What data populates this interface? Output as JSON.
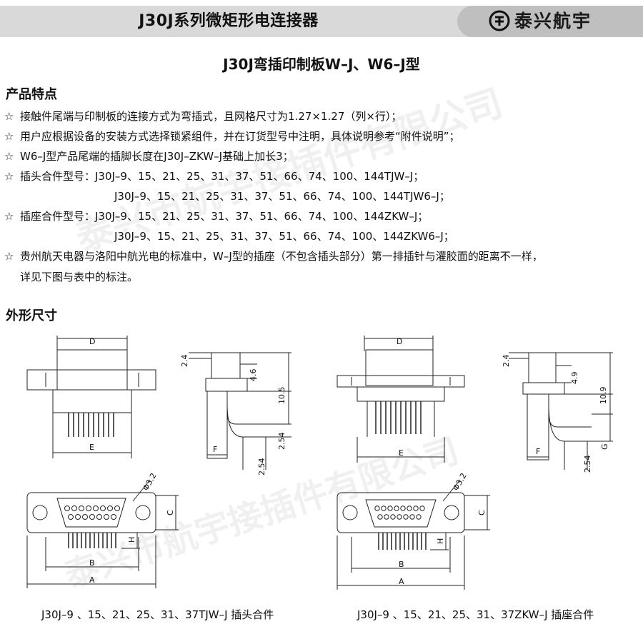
{
  "header": {
    "title": "J30J系列微矩形电连接器",
    "brand": "泰兴航宇"
  },
  "subtitle": "J30J弯插印制板W–J、W6–J型",
  "features": {
    "heading": "产品特点",
    "items": [
      "接触件尾端与印制板的连接方式为弯插式，且网格尺寸为1.27×1.27（列×行）；",
      "用户应根据设备的安装方式选择锁紧组件，并在订货型号中注明，具体说明参考“附件说明”；",
      "W6–J型产品尾端的插脚长度在J30J–ZKW–J基础上加长3；",
      "插头合件型号：J30J–9、15、21、25、31、37、51、66、74、100、144TJW–J；",
      "插座合件型号：J30J–9、15、21、25、31、37、51、66、74、100、144ZKW–J；",
      "贵州航天电器与洛阳中航光电的标准中，W–J型的插座（不包含插头部分）第一排插针与灌胶面的距离不一样，"
    ],
    "continuations": [
      "J30J–9、15、21、25、31、37、51、66、74、100、144TJW6–J；",
      "J30J–9、15、21、25、31、37、51、66、74、100、144ZKW6–J；",
      "详见下图与表中的标注。"
    ]
  },
  "dimensions": {
    "heading": "外形尺寸"
  },
  "watermark": "泰兴市航宇接插件有限公司",
  "drawings": {
    "left": {
      "labels": {
        "D": "D",
        "E": "E",
        "F": "F",
        "C": "C",
        "H": "H",
        "B": "B",
        "A": "A"
      },
      "dims": {
        "d24": "2.4",
        "d46": "4.6",
        "d105": "10.5",
        "d254a": "2.54",
        "d254b": "2.54",
        "phi": "Φ3.2"
      },
      "caption": "J30J–9 、15、21、25、31、37TJW–J  插头合件"
    },
    "right": {
      "labels": {
        "D": "D",
        "E": "E",
        "F": "F",
        "C": "C",
        "H": "H",
        "B": "B",
        "A": "A",
        "G": "G"
      },
      "dims": {
        "d24": "2.4",
        "d49": "4.9",
        "d109": "10.9",
        "d254": "2.54",
        "phi": "Φ3.2"
      },
      "caption": "J30J–9 、15、21、25、31、37ZKW–J  插座合件"
    }
  },
  "colors": {
    "header_bar": "#d9d9d9",
    "logo_box": "#bfbfbf",
    "line": "#222222"
  }
}
